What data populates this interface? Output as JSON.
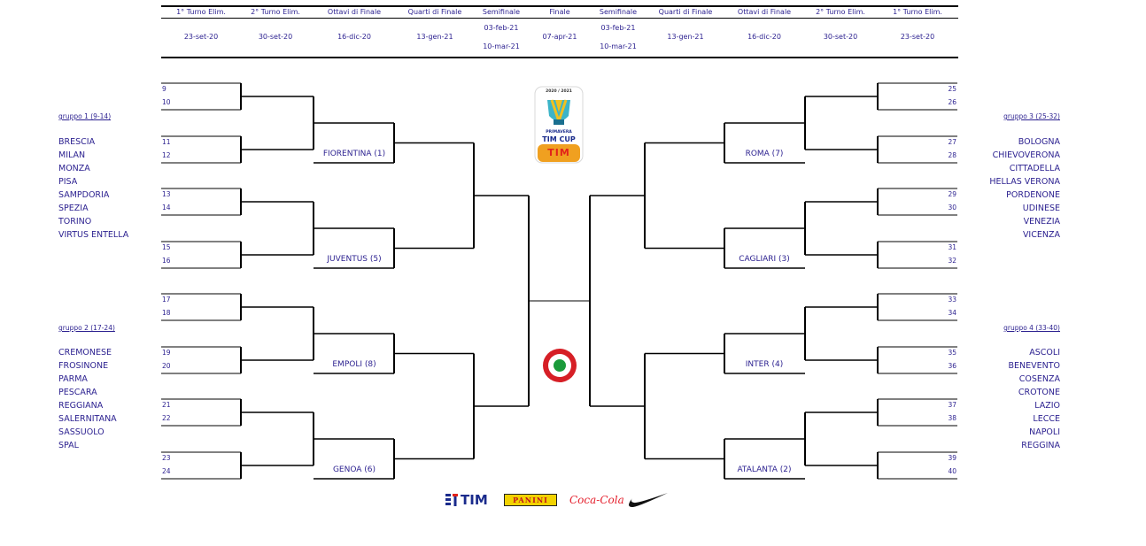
{
  "header": {
    "rounds": [
      "1° Turno Elim.",
      "2° Turno Elim.",
      "Ottavi di Finale",
      "Quarti di Finale",
      "Semifinale",
      "Finale",
      "Semifinale",
      "Quarti di Finale",
      "Ottavi di Finale",
      "2° Turno Elim.",
      "1° Turno Elim."
    ],
    "dates": [
      "23-set-20",
      "30-set-20",
      "16-dic-20",
      "13-gen-21",
      "",
      "07-apr-21",
      "",
      "13-gen-21",
      "16-dic-20",
      "30-set-20",
      "23-set-20"
    ],
    "semifinal_dates": [
      "03-feb-21",
      "10-mar-21"
    ]
  },
  "left_numbers": [
    "9",
    "10",
    "11",
    "12",
    "13",
    "14",
    "15",
    "16",
    "17",
    "18",
    "19",
    "20",
    "21",
    "22",
    "23",
    "24"
  ],
  "right_numbers": [
    "25",
    "26",
    "27",
    "28",
    "29",
    "30",
    "31",
    "32",
    "33",
    "34",
    "35",
    "36",
    "37",
    "38",
    "39",
    "40"
  ],
  "left_teams": [
    "FIORENTINA (1)",
    "JUVENTUS (5)",
    "EMPOLI (8)",
    "GENOA (6)"
  ],
  "right_teams": [
    "ROMA (7)",
    "CAGLIARI (3)",
    "INTER (4)",
    "ATALANTA (2)"
  ],
  "groups": {
    "g1": {
      "title": "gruppo 1 (9-14)",
      "teams": [
        "BRESCIA",
        "MILAN",
        "MONZA",
        "PISA",
        "SAMPDORIA",
        "SPEZIA",
        "TORINO",
        "VIRTUS ENTELLA"
      ]
    },
    "g2": {
      "title": "gruppo 2 (17-24)",
      "teams": [
        "CREMONESE",
        "FROSINONE",
        "PARMA",
        "PESCARA",
        "REGGIANA",
        "SALERNITANA",
        "SASSUOLO",
        "SPAL"
      ]
    },
    "g3": {
      "title": "gruppo 3 (25-32)",
      "teams": [
        "BOLOGNA",
        "CHIEVOVERONA",
        "CITTADELLA",
        "HELLAS VERONA",
        "PORDENONE",
        "UDINESE",
        "VENEZIA",
        "VICENZA"
      ]
    },
    "g4": {
      "title": "gruppo 4 (33-40)",
      "teams": [
        "ASCOLI",
        "BENEVENTO",
        "COSENZA",
        "CROTONE",
        "LAZIO",
        "LECCE",
        "NAPOLI",
        "REGGINA"
      ]
    }
  },
  "logo": {
    "season": "2020 / 2021",
    "line1": "PRIMAVERA",
    "line2": "TIM CUP",
    "brand": "TIM"
  },
  "sponsors": {
    "tim": "TIM",
    "panini": "PANINI",
    "cocacola": "Coca-Cola"
  },
  "colors": {
    "text": "#2a1f8f",
    "line": "#000000",
    "tim_blue": "#1a2b8c",
    "tim_red": "#e2231a",
    "logo_orange": "#f0a020"
  }
}
